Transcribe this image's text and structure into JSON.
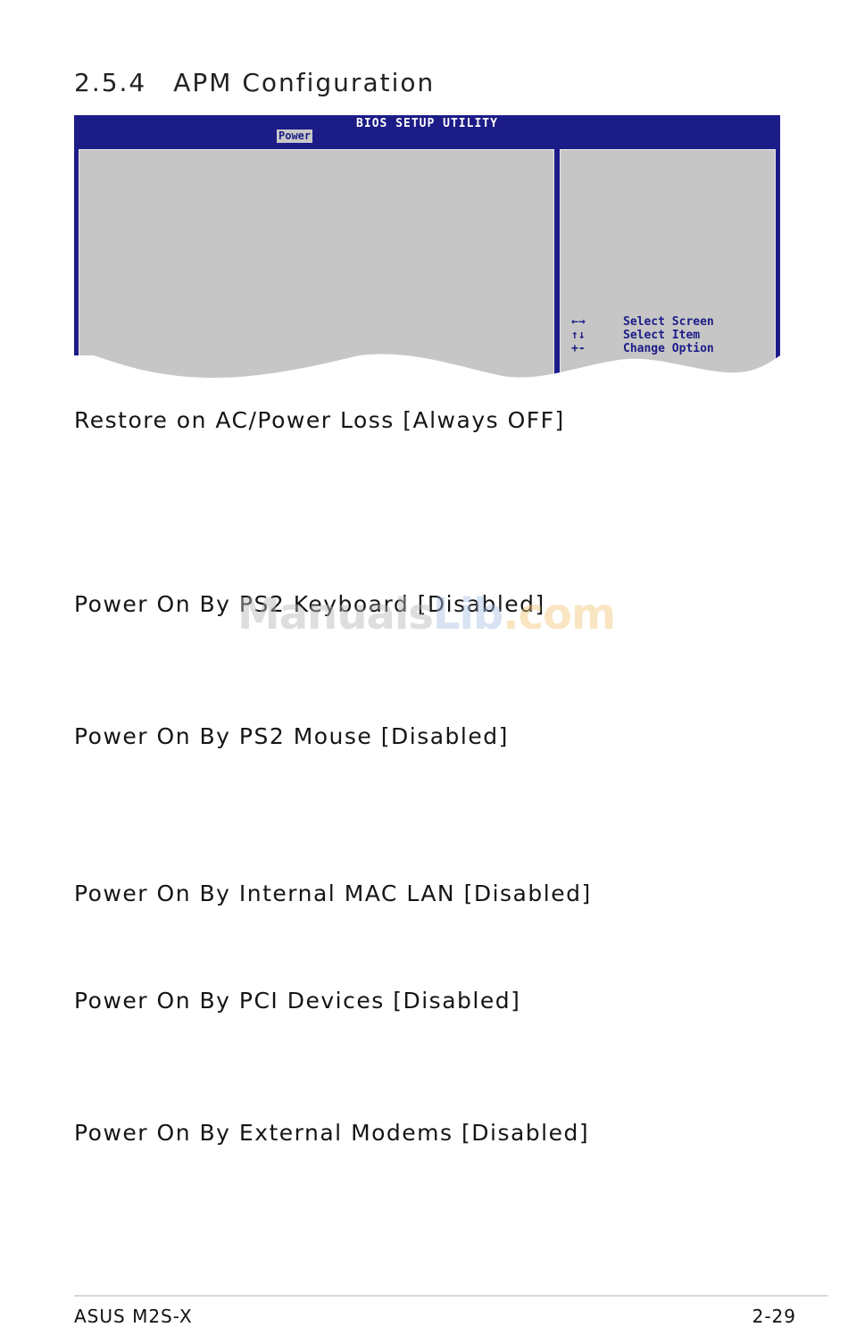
{
  "section": {
    "number": "2.5.4",
    "title": "APM Configuration"
  },
  "bios": {
    "title": "BIOS SETUP UTILITY",
    "active_tab": "Power",
    "help": [
      {
        "key": "←→",
        "label": "Select Screen"
      },
      {
        "key": "↑↓",
        "label": "Select Item"
      },
      {
        "key": "+-",
        "label": "Change Option"
      }
    ],
    "colors": {
      "bar": "#1c1c88",
      "panel": "#c6c6c6"
    }
  },
  "items": [
    "Restore on AC/Power Loss [Always OFF]",
    "Power On By PS2 Keyboard [Disabled]",
    "Power On By PS2 Mouse [Disabled]",
    "Power On By Internal MAC LAN [Disabled]",
    "Power On By PCI Devices [Disabled]",
    "Power On By External Modems [Disabled]"
  ],
  "watermark": {
    "part1": "Manuals",
    "part2": "Lib",
    "part3": ".com"
  },
  "footer": {
    "left": "ASUS M2S-X",
    "right": "2-29"
  }
}
